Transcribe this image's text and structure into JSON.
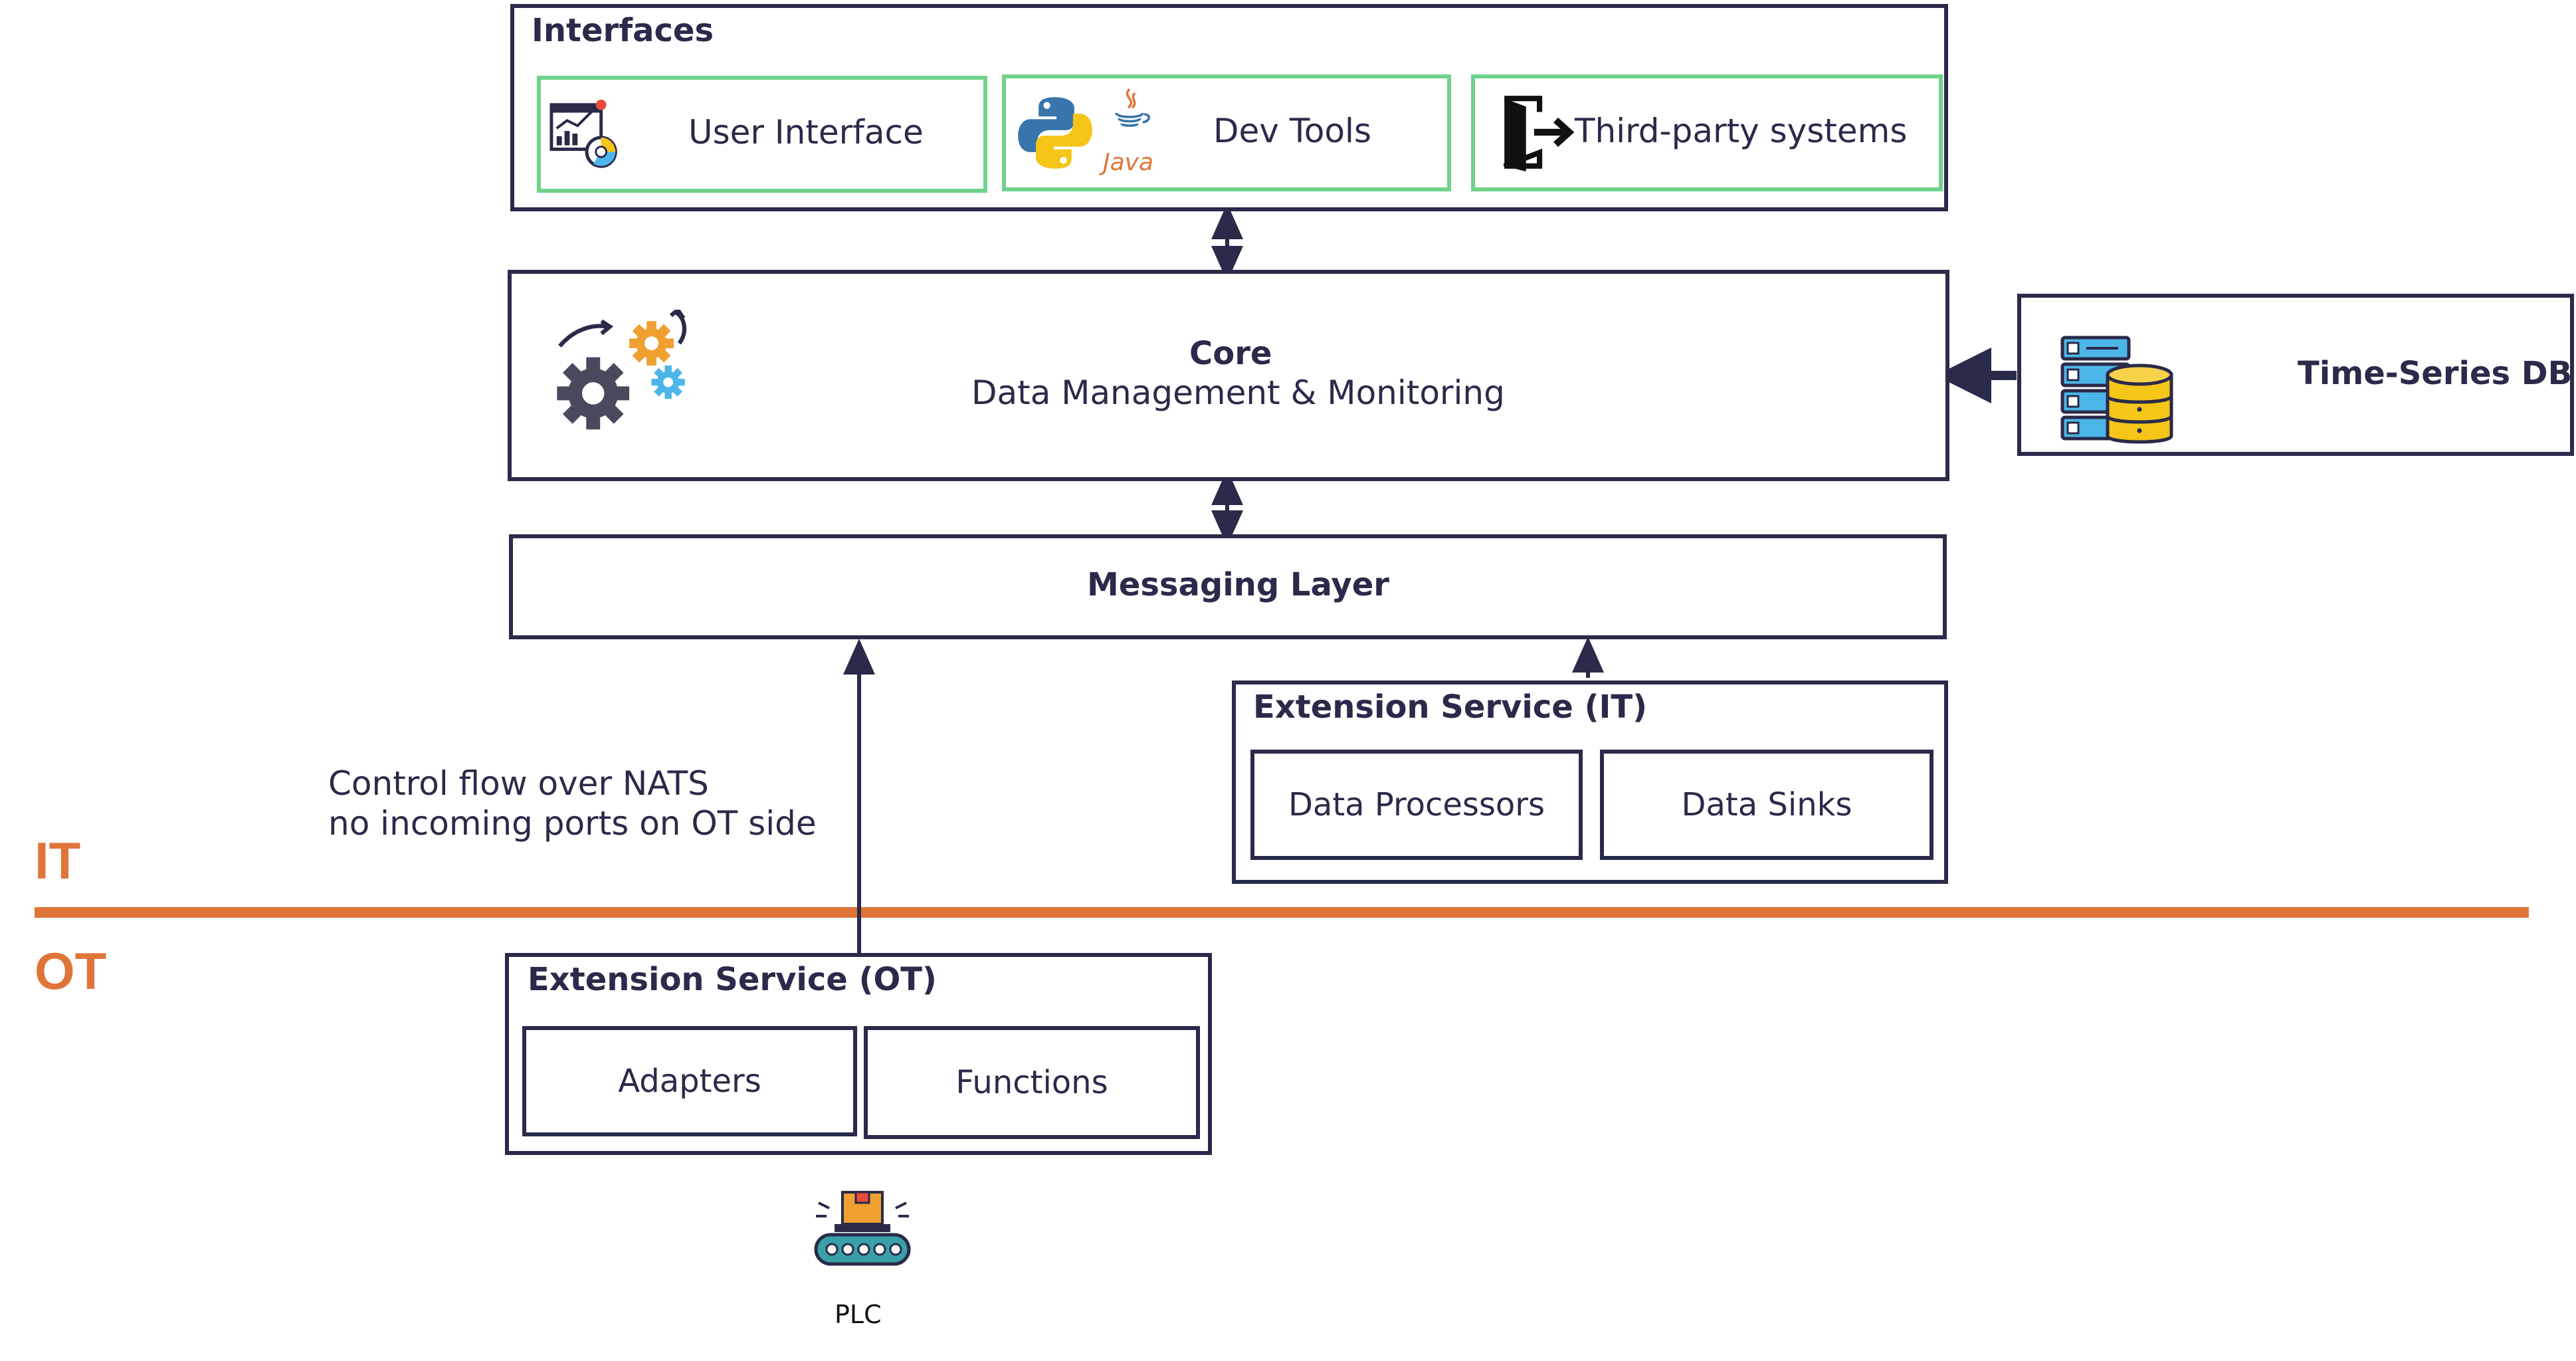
{
  "interfaces": {
    "title": "Interfaces",
    "items": [
      {
        "label": "User Interface"
      },
      {
        "label": "Dev Tools",
        "java_label": "Java"
      },
      {
        "label": "Third-party systems"
      }
    ]
  },
  "core": {
    "title": "Core",
    "subtitle": "Data Management & Monitoring"
  },
  "timeseries": {
    "label": "Time-Series DB"
  },
  "messaging": {
    "label": "Messaging Layer"
  },
  "ext_it": {
    "title": "Extension Service (IT)",
    "items": [
      "Data Processors",
      "Data Sinks"
    ]
  },
  "ext_ot": {
    "title": "Extension Service (OT)",
    "items": [
      "Adapters",
      "Functions"
    ]
  },
  "note": {
    "line1": "Control flow over NATS",
    "line2": "no incoming ports on OT side"
  },
  "zones": {
    "it": "IT",
    "ot": "OT"
  },
  "plc": {
    "label": "PLC"
  },
  "colors": {
    "border": "#2a2a4a",
    "accent_green": "#6fd38a",
    "divider_orange": "#e0753a"
  }
}
